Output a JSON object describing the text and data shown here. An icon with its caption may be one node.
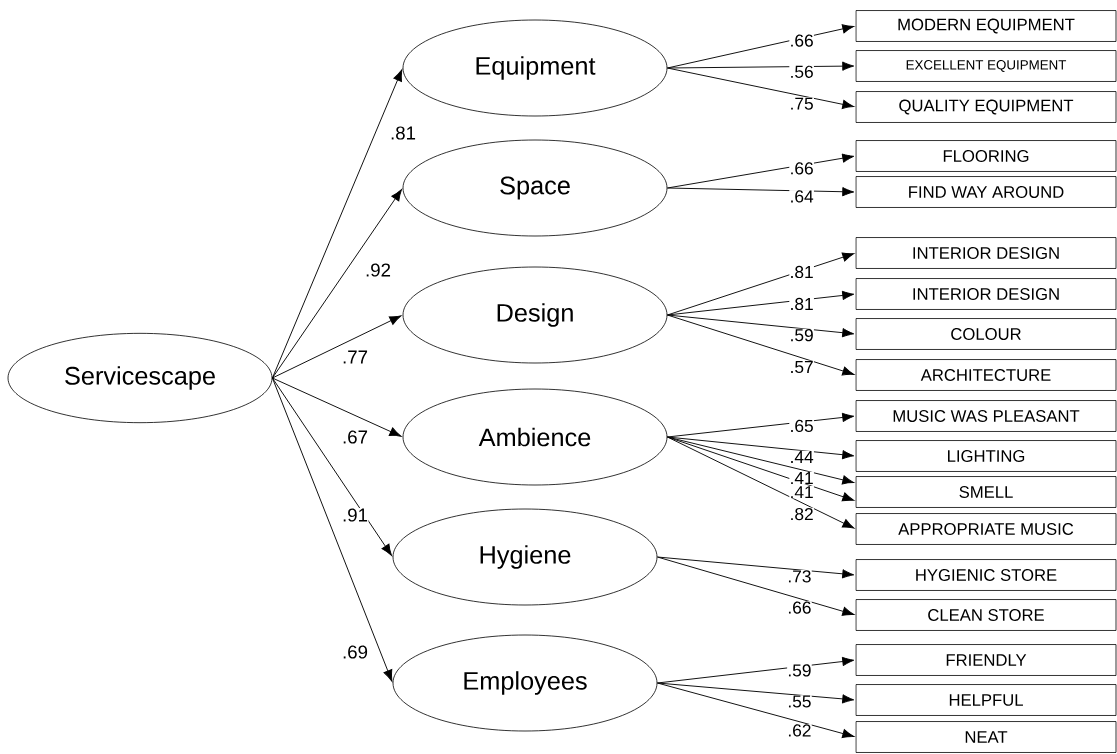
{
  "diagram": {
    "nodes": [
      {
        "text": [
          "Servicescape"
        ]
      },
      {
        "text": [
          "Equipment"
        ]
      },
      {
        "text": [
          "Space"
        ]
      },
      {
        "text": [
          "Design"
        ]
      },
      {
        "text": [
          "Ambience"
        ]
      },
      {
        "text": [
          "Hygiene"
        ]
      },
      {
        "text": [
          "Employees"
        ]
      },
      {
        "text": [
          "MODERN EQUIPMENT"
        ]
      },
      {
        "text": [
          "EXCELLENT EQUIPMENT"
        ]
      },
      {
        "text": [
          "QUALITY EQUIPMENT"
        ]
      },
      {
        "text": [
          "FLOORING"
        ]
      },
      {
        "text": [
          "FIND WAY AROUND"
        ]
      },
      {
        "text": [
          "INTERIOR DESIGN"
        ]
      },
      {
        "text": [
          "INTERIOR DESIGN"
        ]
      },
      {
        "text": [
          "COLOUR"
        ]
      },
      {
        "text": [
          "ARCHITECTURE"
        ]
      },
      {
        "text": [
          "MUSIC WAS PLEASANT"
        ]
      },
      {
        "text": [
          "LIGHTING"
        ]
      },
      {
        "text": [
          "SMELL"
        ]
      },
      {
        "text": [
          "APPROPRIATE MUSIC"
        ]
      },
      {
        "text": [
          "HYGIENIC STORE"
        ]
      },
      {
        "text": [
          "CLEAN STORE"
        ]
      },
      {
        "text": [
          "FRIENDLY"
        ]
      },
      {
        "text": [
          "HELPFUL"
        ]
      },
      {
        "text": [
          "NEAT"
        ]
      }
    ],
    "edges": [
      {
        "from": 0,
        "to": 1,
        "arrow": "to",
        "label": ".81"
      },
      {
        "from": 0,
        "to": 2,
        "arrow": "to",
        "label": ".92"
      },
      {
        "from": 0,
        "to": 3,
        "arrow": "to",
        "label": ".77"
      },
      {
        "from": 0,
        "to": 4,
        "arrow": "to",
        "label": ".67"
      },
      {
        "from": 0,
        "to": 5,
        "arrow": "to",
        "label": ".91"
      },
      {
        "from": 0,
        "to": 6,
        "arrow": "to",
        "label": ".69"
      },
      {
        "from": 1,
        "to": 7,
        "arrow": "to",
        "label": ".66"
      },
      {
        "from": 1,
        "to": 8,
        "arrow": "to",
        "label": ".56"
      },
      {
        "from": 1,
        "to": 9,
        "arrow": "to",
        "label": ".75"
      },
      {
        "from": 2,
        "to": 10,
        "arrow": "to",
        "label": ".66"
      },
      {
        "from": 2,
        "to": 11,
        "arrow": "to",
        "label": ".64"
      },
      {
        "from": 3,
        "to": 12,
        "arrow": "to",
        "label": ".81"
      },
      {
        "from": 3,
        "to": 13,
        "arrow": "to",
        "label": ".81"
      },
      {
        "from": 3,
        "to": 14,
        "arrow": "to",
        "label": ".59"
      },
      {
        "from": 3,
        "to": 15,
        "arrow": "to",
        "label": ".57"
      },
      {
        "from": 4,
        "to": 16,
        "arrow": "to",
        "label": ".65"
      },
      {
        "from": 4,
        "to": 17,
        "arrow": "to",
        "label": ".44"
      },
      {
        "from": 4,
        "to": 18,
        "arrow": "to",
        "label": ".41"
      },
      {
        "from": 4,
        "to": 18,
        "arrow": "to",
        "label": ".41"
      },
      {
        "from": 4,
        "to": 19,
        "arrow": "to",
        "label": ".82"
      },
      {
        "from": 5,
        "to": 20,
        "arrow": "to",
        "label": ".73"
      },
      {
        "from": 5,
        "to": 21,
        "arrow": "to",
        "label": ".66"
      },
      {
        "from": 6,
        "to": 22,
        "arrow": "to",
        "label": ".59"
      },
      {
        "from": 6,
        "to": 23,
        "arrow": "to",
        "label": ".55"
      },
      {
        "from": 6,
        "to": 24,
        "arrow": "to",
        "label": ".62"
      }
    ]
  }
}
